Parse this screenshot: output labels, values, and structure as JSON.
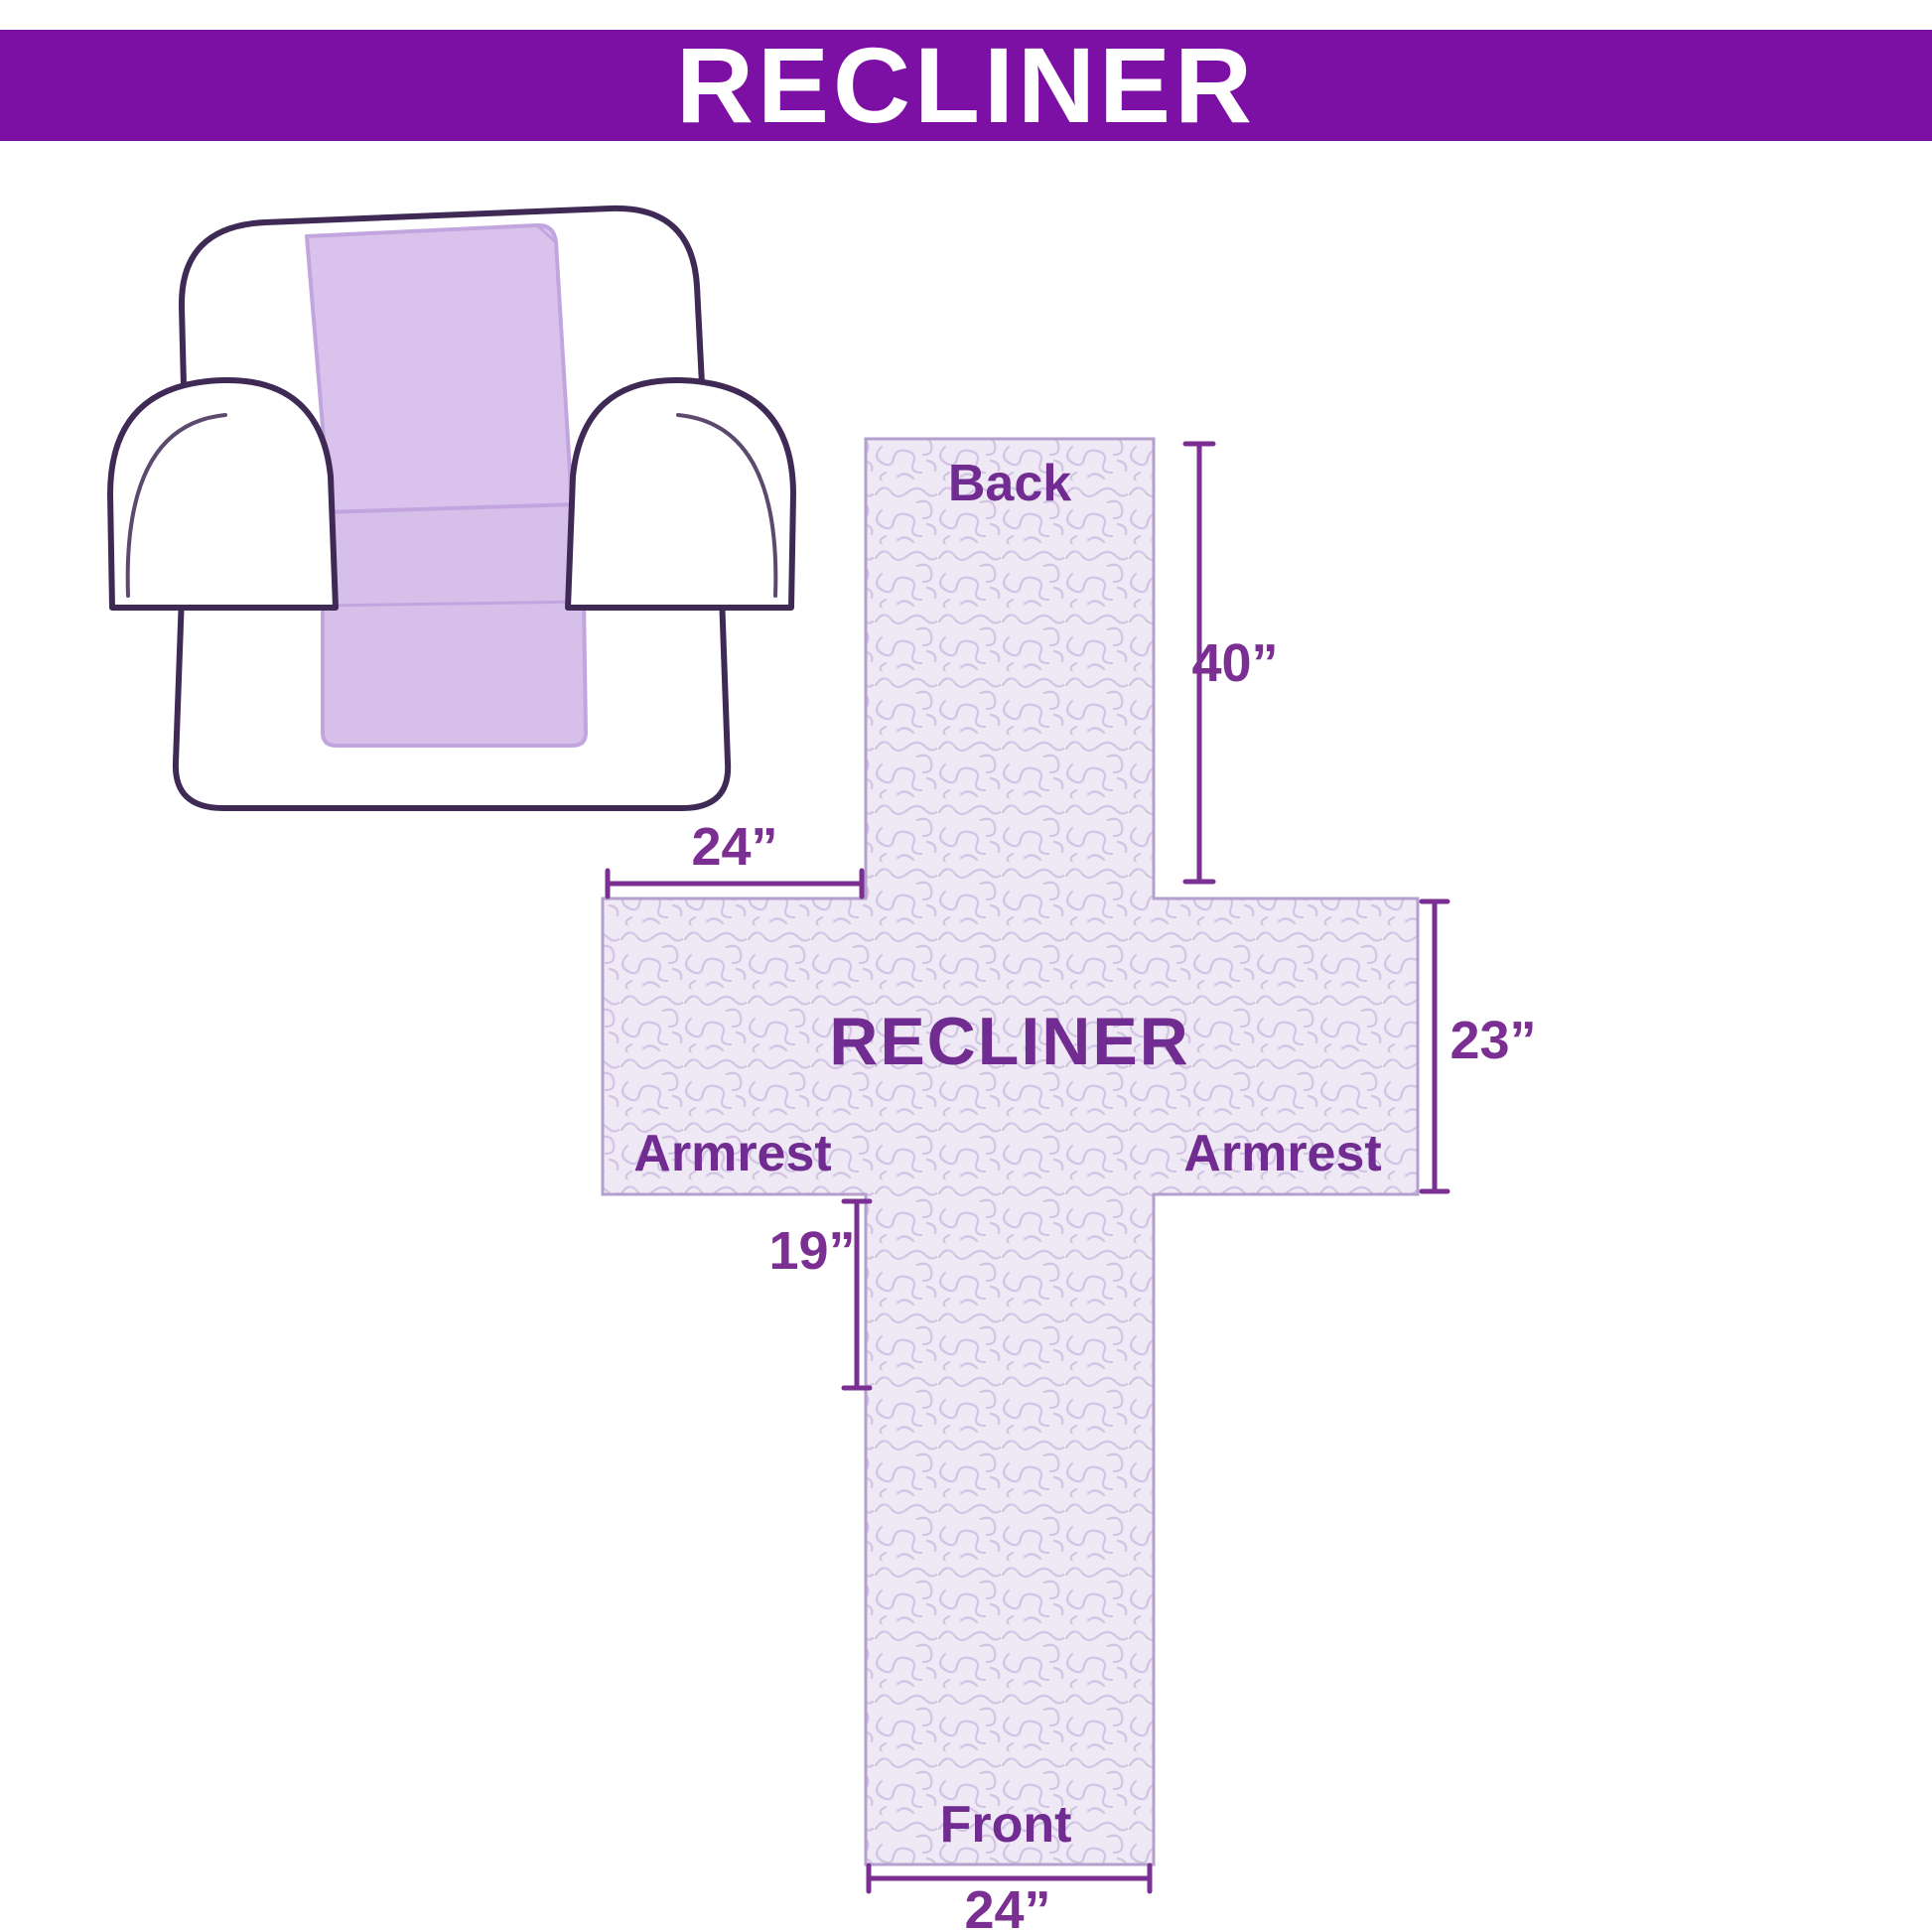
{
  "banner": {
    "title": "RECLINER"
  },
  "diagram": {
    "back_label": "Back",
    "center_label": "RECLINER",
    "armrest_left_label": "Armrest",
    "armrest_right_label": "Armrest",
    "front_label": "Front",
    "dim_back_height": "40”",
    "dim_back_width": "24”",
    "dim_armrest_height": "23”",
    "dim_front_height": "19”",
    "dim_front_width": "24”"
  },
  "colors": {
    "banner_bg": "#7d10a4",
    "label_purple": "#702c90",
    "dimension_purple": "#7b2f93",
    "cover_fill": "#d9c3ec",
    "cross_fill": "#efe9f6",
    "cross_stroke": "#b4a0cd",
    "chair_outline": "#3e2a55"
  }
}
